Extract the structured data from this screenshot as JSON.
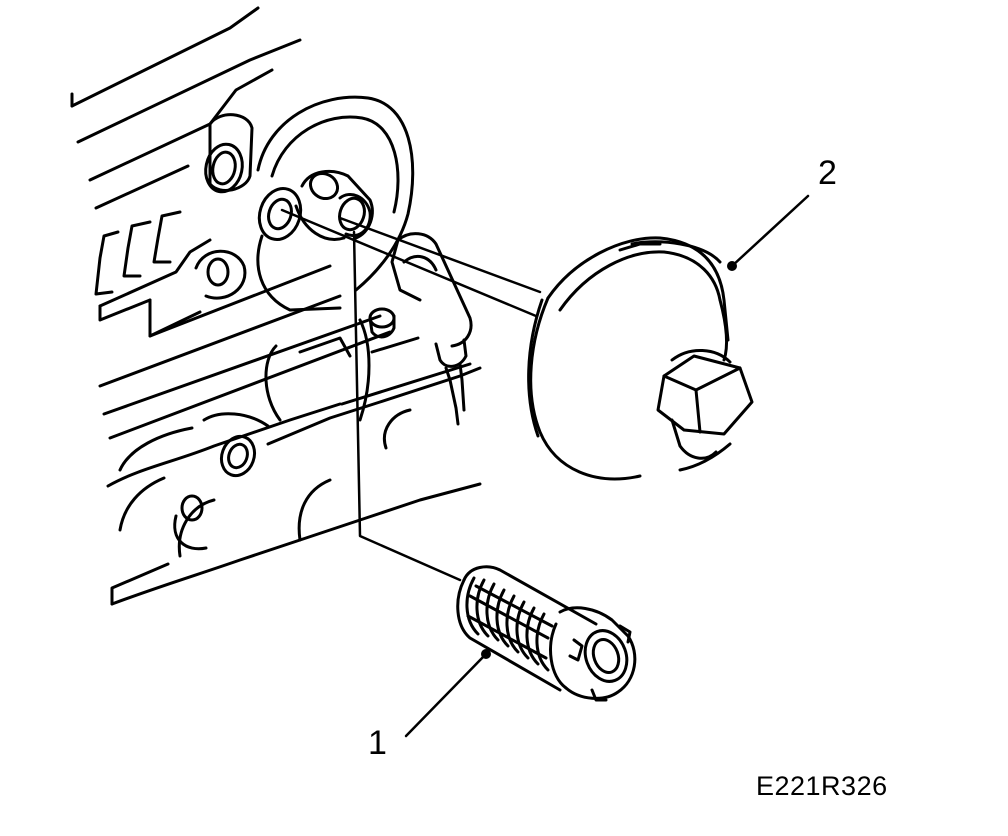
{
  "callouts": [
    {
      "number": "1"
    },
    {
      "number": "2"
    }
  ],
  "figure_id": "E221R326",
  "colors": {
    "ink": "#000000",
    "paper": "#ffffff"
  }
}
